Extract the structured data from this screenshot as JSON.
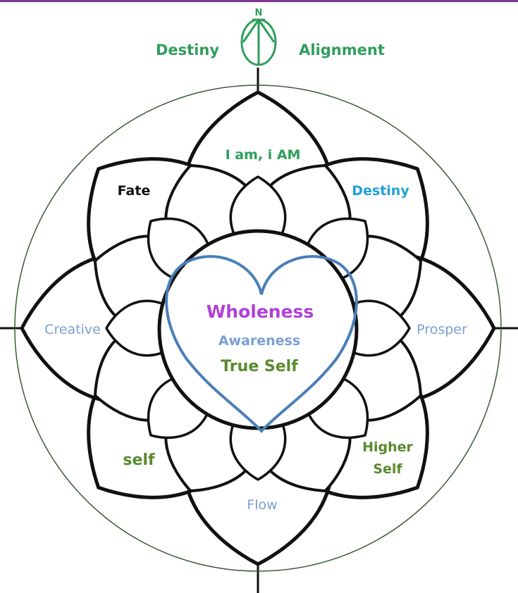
{
  "compass": {
    "north_label": "N",
    "left_label": "Destiny",
    "right_label": "Alignment"
  },
  "petals": {
    "top": "I am, i AM",
    "top_left": "Fate",
    "top_right": "Destiny",
    "left": "Creative",
    "right": "Prosper",
    "bottom_left": "self",
    "bottom_right_line1": "Higher",
    "bottom_right_line2": "Self",
    "bottom": "Flow"
  },
  "center": {
    "line1": "Wholeness",
    "line2": "Awareness",
    "line3": "True Self"
  },
  "colors": {
    "green": "#2e9e5b",
    "dark_green": "#5a8a2e",
    "blue_light": "#7a9fd4",
    "cyan": "#1fa0d8",
    "purple": "#b040d8",
    "heart": "#4a7fb8",
    "circle": "#3a5a3a"
  }
}
